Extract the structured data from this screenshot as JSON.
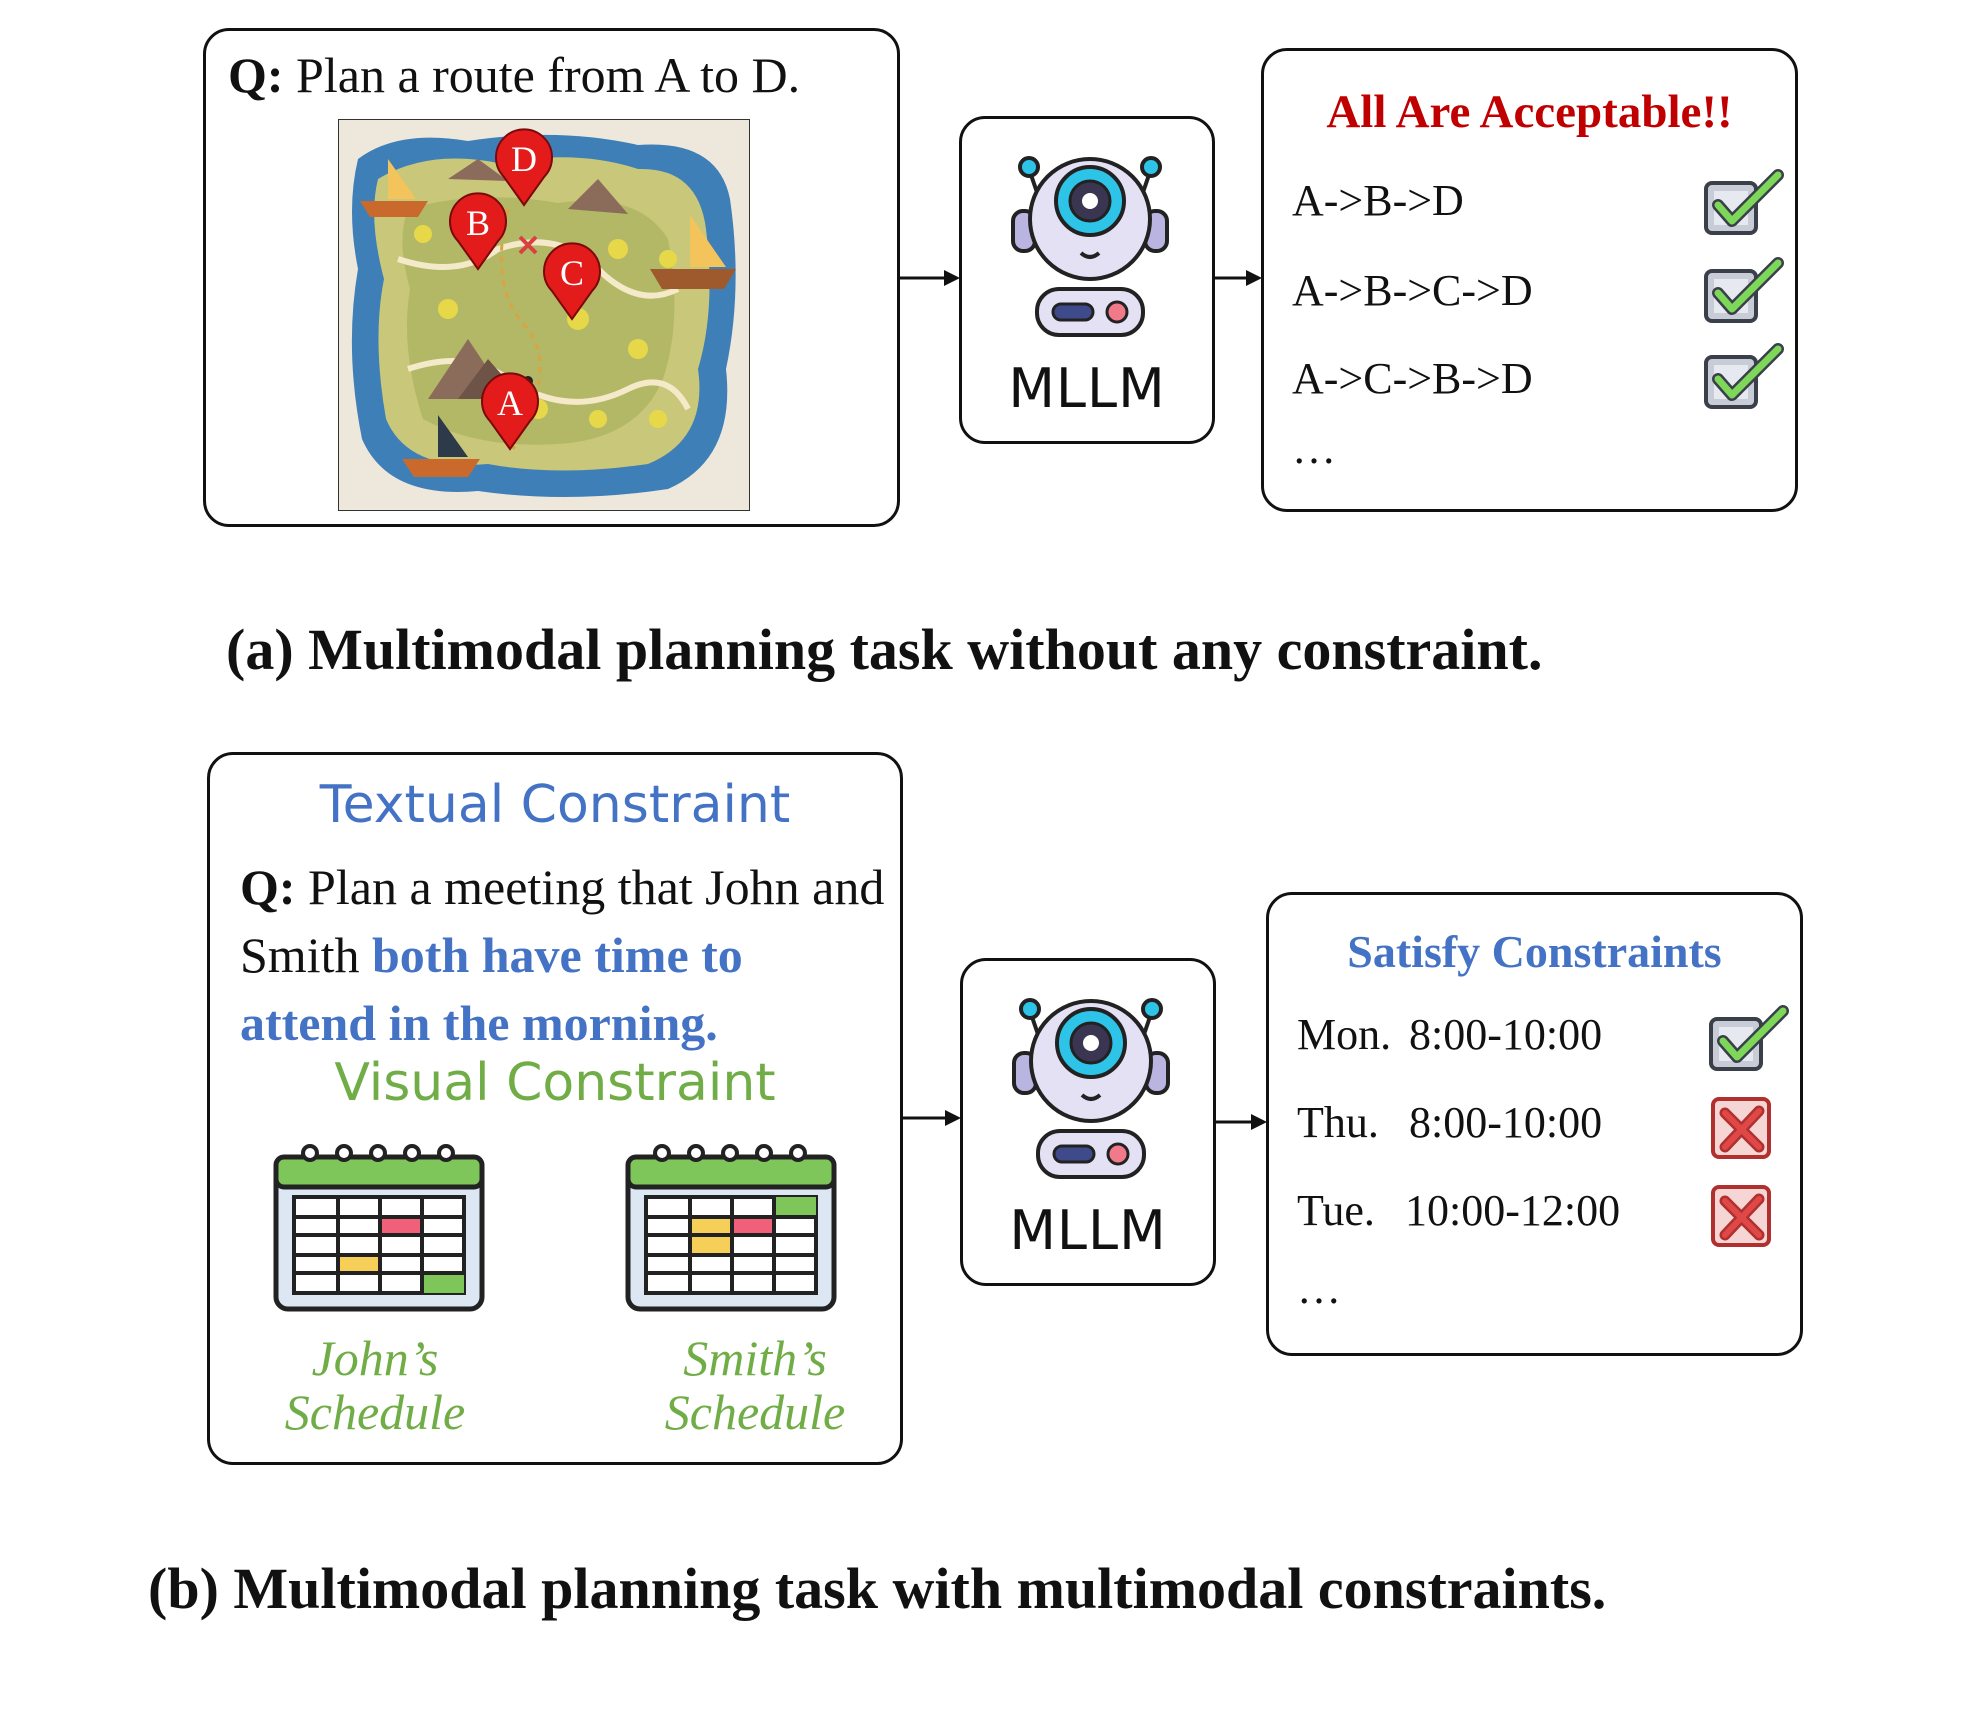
{
  "panel_a": {
    "question_prefix": "Q:",
    "question_text": "Plan a route from A to D.",
    "map_markers": [
      "A",
      "B",
      "C",
      "D"
    ],
    "model_label": "MLLM",
    "result_title": "All Are Acceptable!!",
    "routes": [
      "A->B->D",
      "A->B->C->D",
      "A->C->B->D"
    ],
    "ellipsis": "…",
    "caption": "(a) Multimodal planning task without any constraint."
  },
  "panel_b": {
    "textual_constraint_title": "Textual Constraint",
    "question_prefix": "Q:",
    "question_plain": "Plan a meeting that John and Smith",
    "question_highlight": "both have time to attend in the morning.",
    "visual_constraint_title": "Visual Constraint",
    "schedule_1_line1": "John’s",
    "schedule_1_line2": "Schedule",
    "schedule_2_line1": "Smith’s",
    "schedule_2_line2": "Schedule",
    "model_label": "MLLM",
    "result_title": "Satisfy Constraints",
    "options": [
      {
        "day": "Mon.",
        "time": "8:00-10:00",
        "status": "check"
      },
      {
        "day": "Thu.",
        "time": "8:00-10:00",
        "status": "cross"
      },
      {
        "day": "Tue.",
        "time": "10:00-12:00",
        "status": "cross"
      }
    ],
    "ellipsis": "…",
    "caption": "(b) Multimodal planning task with multimodal constraints."
  },
  "colors": {
    "title_red": "#C00000",
    "constraint_blue": "#4472C4",
    "constraint_green": "#70AD47",
    "check_green": "#7DD85A",
    "cross_red": "#E04848"
  }
}
